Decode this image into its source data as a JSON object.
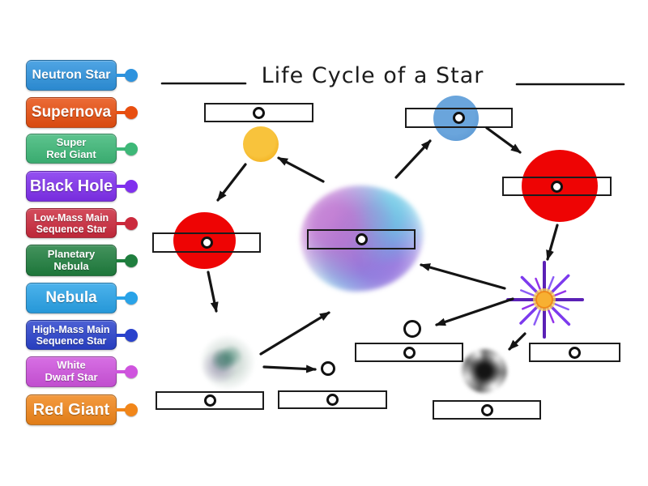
{
  "title": {
    "text": "Life Cycle of a Star"
  },
  "sidebar": {
    "items": [
      {
        "label": "Neutron Star",
        "color": "#2e93de"
      },
      {
        "label": "Supernova",
        "color": "#e84f10"
      },
      {
        "label": "Super\nRed Giant",
        "color": "#3eb878"
      },
      {
        "label": "Black Hole",
        "color": "#8030ee"
      },
      {
        "label": "Low-Mass Main\nSequence Star",
        "color": "#cb2a3d"
      },
      {
        "label": "Planetary\nNebula",
        "color": "#1f7e3e"
      },
      {
        "label": "Nebula",
        "color": "#29a3e8"
      },
      {
        "label": "High-Mass Main\nSequence Star",
        "color": "#2a42cc"
      },
      {
        "label": "White\nDwarf Star",
        "color": "#cf54de"
      },
      {
        "label": "Red Giant",
        "color": "#f1861a"
      }
    ]
  },
  "diagram": {
    "colors": {
      "sun_yellow": "#f2ad18",
      "star_blue": "#5b9bd5",
      "giant_red": "#ee0404",
      "arrow_black": "#141414"
    },
    "node_images": [
      {
        "name": "sun-circle"
      },
      {
        "name": "blue-star-circle"
      },
      {
        "name": "red-giant-circle-left"
      },
      {
        "name": "red-giant-circle-right"
      },
      {
        "name": "nebula-cloud"
      },
      {
        "name": "supernova-burst"
      },
      {
        "name": "black-hole-spiral"
      },
      {
        "name": "planetary-nebula-smudge"
      }
    ]
  }
}
